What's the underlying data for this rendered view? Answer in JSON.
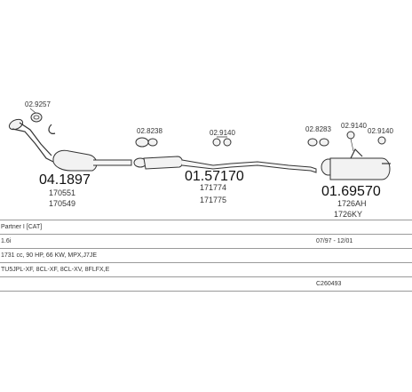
{
  "parts": {
    "catalyst": {
      "code": "04.1897",
      "refs": [
        "170551",
        "170549"
      ]
    },
    "centre": {
      "code": "01.57170",
      "refs": [
        "171774",
        "171775"
      ]
    },
    "rear": {
      "code": "01.69570",
      "refs": [
        "1726AH",
        "1726KY"
      ]
    }
  },
  "hardware": {
    "gasket": "02.9257",
    "clamp_1": "02.8238",
    "mount_1": "02.9140",
    "clamp_2": "02.8283",
    "mount_2": "02.9140",
    "mount_3": "02.9140"
  },
  "info": {
    "model": "Partner I [CAT]",
    "engine": "1.6i",
    "years": "07/97 - 12/01",
    "spec": "1731 cc, 90 HP, 66 KW, MPX,J7JE",
    "engine_codes": "TU5JPL-XF, 8CL-XF, 8CL-XV, 8FLFX,E",
    "ref_code": "C260493"
  },
  "colors": {
    "line": "#333333",
    "part_fill": "#f2f2f2",
    "divider": "#9a9a9a"
  }
}
